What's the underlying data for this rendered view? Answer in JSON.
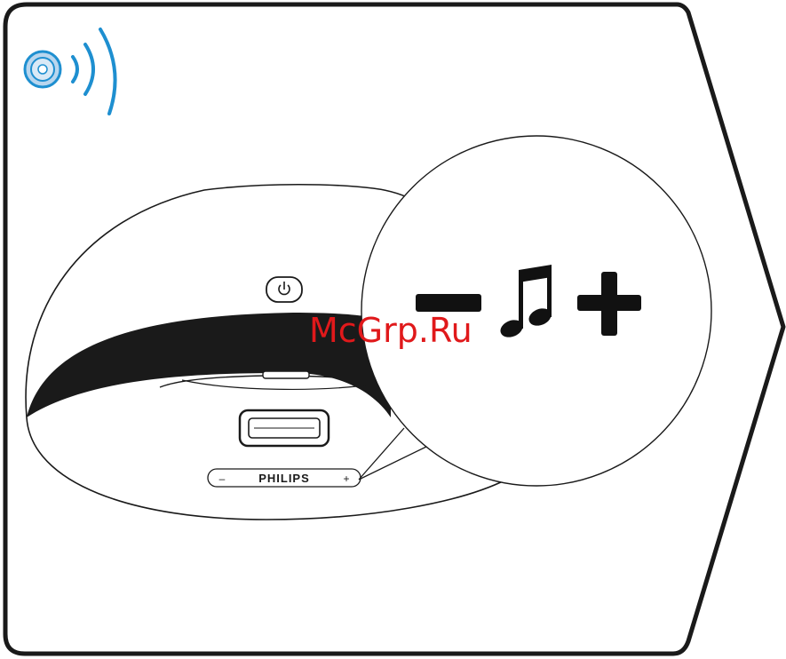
{
  "brand": {
    "logo_text": "PHILIPS"
  },
  "control_strip": {
    "minus_symbol": "–",
    "plus_symbol": "+"
  },
  "zoom_callout": {
    "minus_glyph": "minus-symbol",
    "note_glyph": "music-note-icon",
    "plus_glyph": "plus-symbol"
  },
  "watermark": {
    "text": "McGrp.Ru"
  },
  "colors": {
    "outline": "#1a1a1a",
    "signal_blue": "#1e8fd0",
    "watermark_red": "#e0191b",
    "glyph": "#111111"
  },
  "icons": {
    "top_left": "remote-signal-icon",
    "power": "power-icon",
    "connector": "dock-connector",
    "next_arrow": "next-arrow-shape"
  }
}
